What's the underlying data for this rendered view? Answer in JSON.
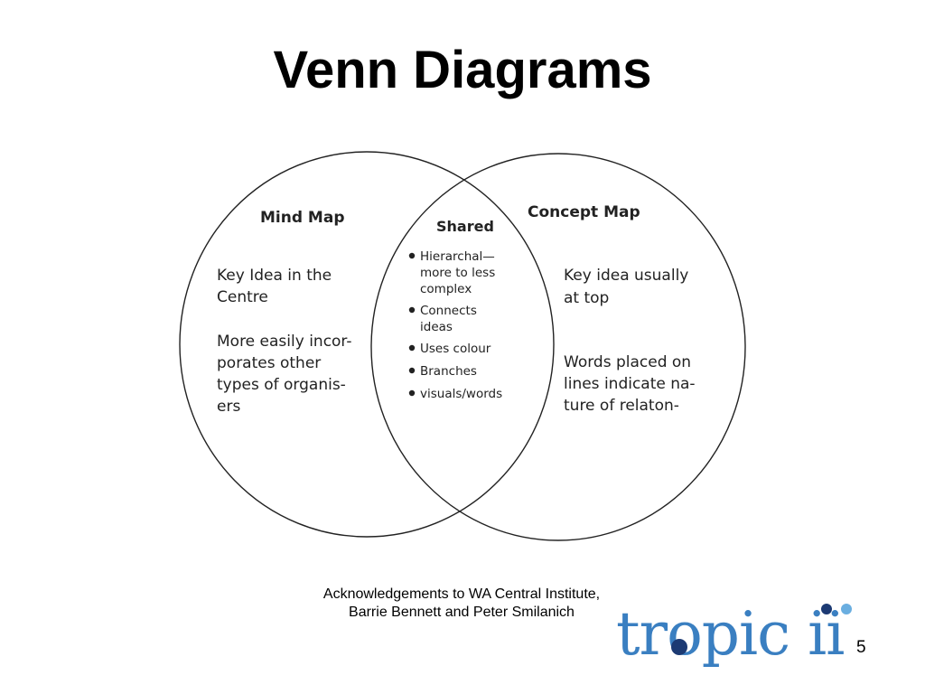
{
  "slide": {
    "title": "Venn Diagrams",
    "acknowledgement": "Acknowledgements to WA Central Institute, Barrie Bennett and Peter Smilanich",
    "logo_text": "tropic ii",
    "slide_number": "5"
  },
  "venn": {
    "left": {
      "heading": "Mind Map",
      "lines": [
        "Key Idea in the",
        "Centre",
        "More easily incor-",
        "porates other",
        "types of  organis-",
        "ers"
      ]
    },
    "right": {
      "heading": "Concept Map",
      "lines": [
        "Key idea usually",
        "at top",
        "Words placed on",
        "lines indicate na-",
        "ture of relaton-"
      ]
    },
    "shared": {
      "heading": "Shared",
      "bullets": [
        [
          "Hierarchal—",
          "more to less",
          "complex"
        ],
        [
          "Connects",
          "ideas"
        ],
        [
          "Uses colour"
        ],
        [
          "Branches"
        ],
        [
          "visuals/words"
        ]
      ]
    }
  },
  "colors": {
    "logo_blue": "#3a7fc1",
    "logo_navy": "#1c3a73",
    "logo_light": "#6aaee0"
  }
}
